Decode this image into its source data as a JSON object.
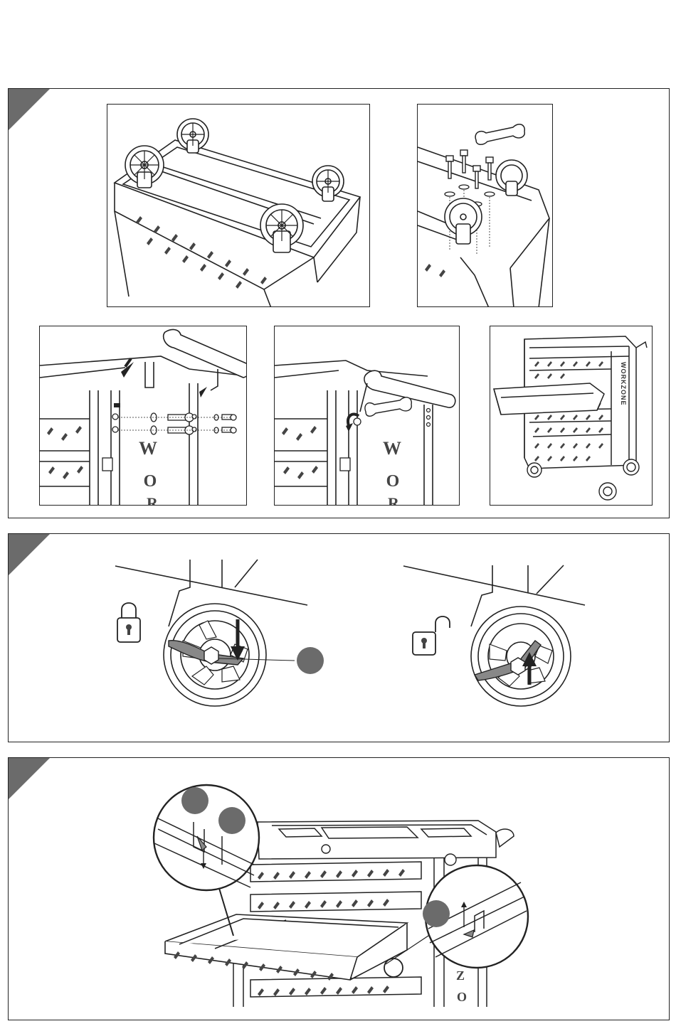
{
  "colors": {
    "corner_marker": "#6b6b6b",
    "callout_marker": "#6b6b6b",
    "line": "#222222",
    "shade": "#9a9a9a"
  },
  "steps": [
    {
      "icons": [
        "caster-wheel-icon",
        "bolt-icon",
        "washer-icon",
        "wrench-icon"
      ],
      "panels": [
        {
          "icon": "cart-base-with-casters"
        },
        {
          "icon": "caster-bolt-assembly"
        },
        {
          "icon": "handle-bracket-insert",
          "letters": [
            "W",
            "O",
            "R"
          ]
        },
        {
          "icon": "handle-bolt-tighten",
          "letters": [
            "W",
            "O",
            "R"
          ]
        },
        {
          "icon": "assembled-tool-cart",
          "side_text": "WORKZONE"
        }
      ]
    },
    {
      "icons": [
        "lock-icon",
        "unlock-icon",
        "caster-brake-icon",
        "arrow-down-icon",
        "arrow-up-icon"
      ]
    },
    {
      "icons": [
        "drawer-slide-release-icon",
        "arrow-down-icon",
        "arrow-up-icon",
        "magnifier-circle-icon"
      ],
      "letters": [
        "Z",
        "O"
      ]
    }
  ]
}
